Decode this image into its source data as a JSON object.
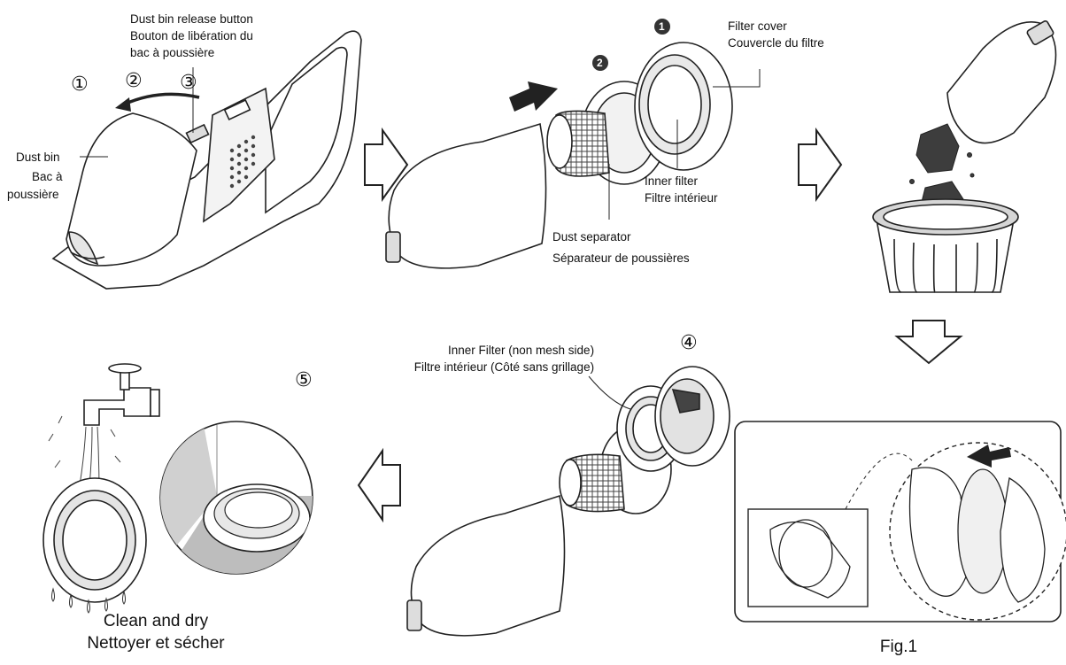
{
  "step_numbers": {
    "one": "①",
    "two": "②",
    "three": "③",
    "four": "④",
    "five": "⑤",
    "badge_one": "1",
    "badge_two": "2"
  },
  "labels": {
    "release_button_en": "Dust bin release button",
    "release_button_fr_1": "Bouton de libération du",
    "release_button_fr_2": "bac à poussière",
    "dust_bin_en": "Dust bin",
    "dust_bin_fr_1": "Bac à",
    "dust_bin_fr_2": "poussière",
    "filter_cover_en": "Filter cover",
    "filter_cover_fr": "Couvercle du filtre",
    "inner_filter_en": "Inner filter",
    "inner_filter_fr": "Filtre intérieur",
    "dust_separator_en": "Dust separator",
    "dust_separator_fr": "Séparateur de poussières",
    "inner_filter_side_en": "Inner Filter (non mesh side)",
    "inner_filter_side_fr": "Filtre intérieur (Côté sans grillage)",
    "clean_dry_en": "Clean and dry",
    "clean_dry_fr": "Nettoyer et sécher",
    "figure": "Fig.1"
  },
  "icons": [
    "hand-vacuum",
    "dust-bin",
    "filter-cover",
    "dust-separator",
    "trash-can",
    "water-tap",
    "flow-arrow",
    "hands"
  ],
  "colors": {
    "line": "#222222",
    "fill": "#ffffff",
    "shade": "#bdbdbd",
    "dark": "#333333"
  }
}
